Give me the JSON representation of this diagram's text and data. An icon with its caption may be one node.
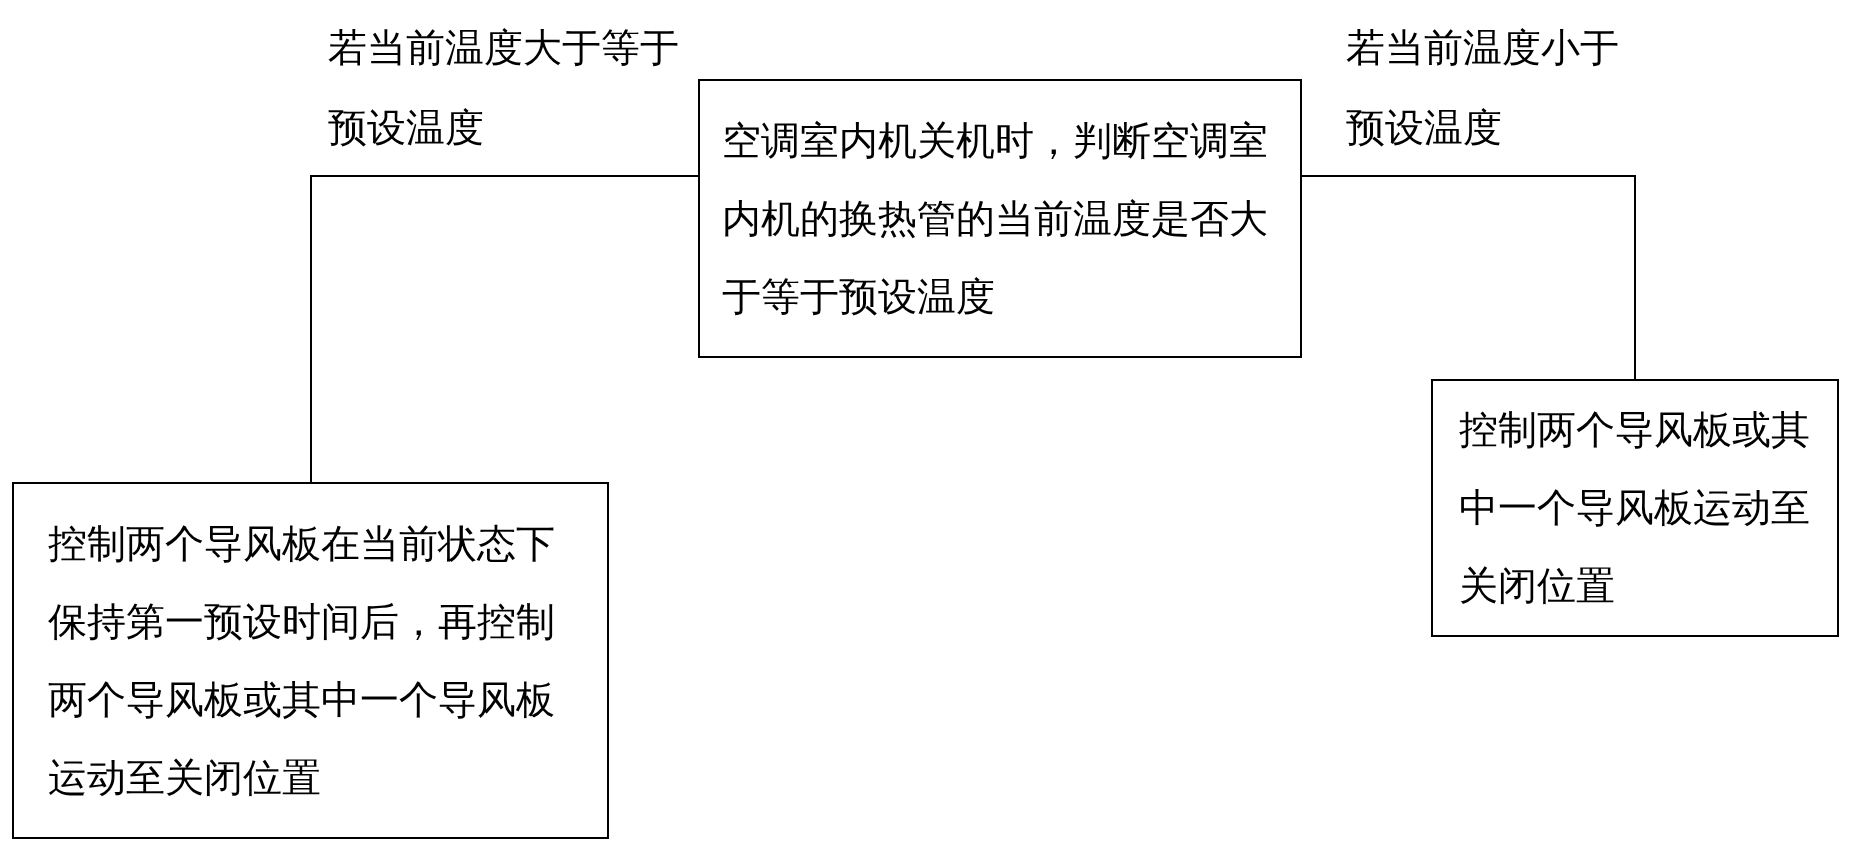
{
  "diagram": {
    "nodes": [
      {
        "text": [
          "空调室内机关机时，判断空调室内机的换热管的当前温度是否大于等于预设温度"
        ]
      },
      {
        "text": [
          "控制两个导风板在当前状态下保持第一预设时间后，再控制两个导风板或其中一个导风板运动至关闭位置"
        ]
      },
      {
        "text": [
          "控制两个导风板或其中一个导风板运动至关闭位置"
        ]
      }
    ],
    "edges": [
      {
        "from": 0,
        "to": 1,
        "arrow": "none",
        "label": "若当前温度大于等于预设温度"
      },
      {
        "from": 0,
        "to": 2,
        "arrow": "none",
        "label": "若当前温度小于预设温度"
      }
    ]
  }
}
